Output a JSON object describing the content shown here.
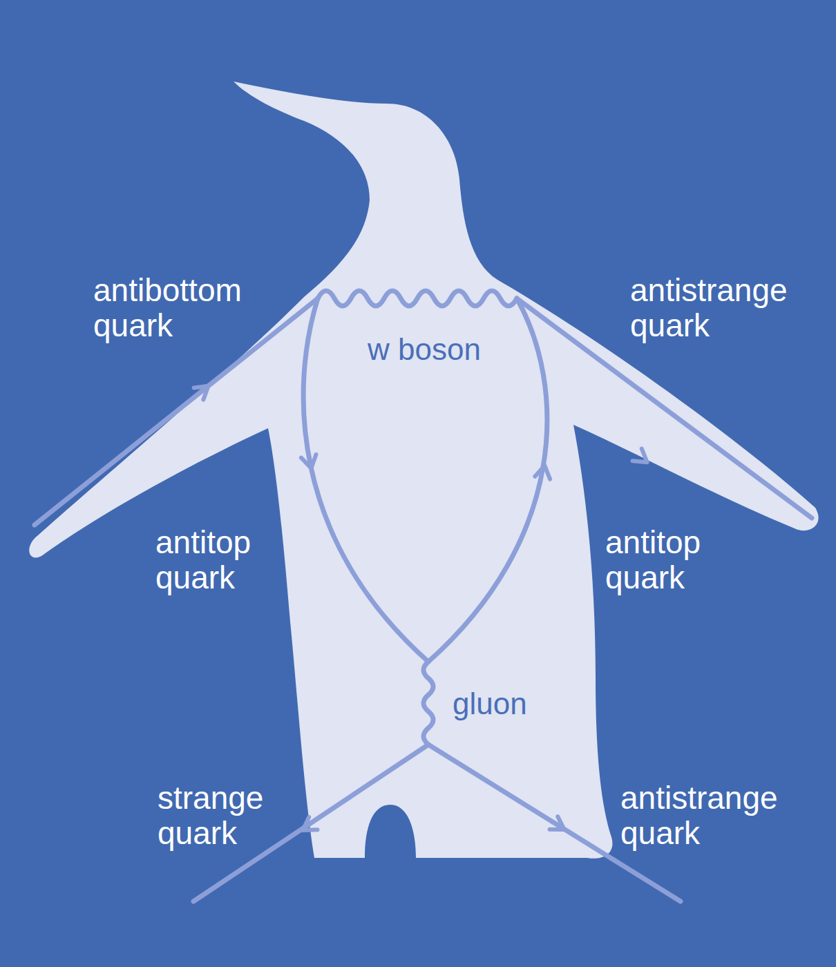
{
  "diagram": {
    "labels": [
      "antibottom quark",
      "antistrange quark",
      "w boson",
      "antitop quark",
      "antitop quark",
      "gluon",
      "strange quark",
      "antistrange quark"
    ]
  }
}
